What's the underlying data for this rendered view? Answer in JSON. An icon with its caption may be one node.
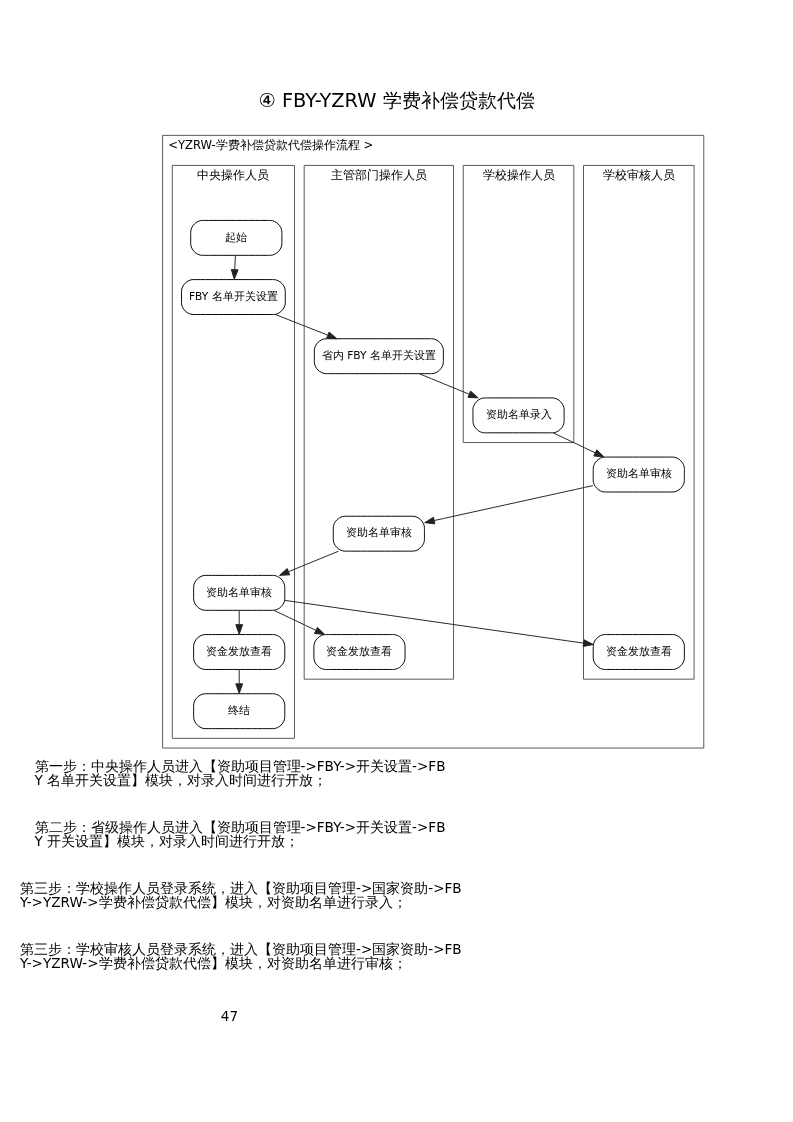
{
  "diagram": {
    "title": "④ FBY-YZRW 学费补偿贷款代偿",
    "nodes": [
      {
        "text": [
          "<YZRW-学费补偿贷款代偿操作流程 >"
        ]
      },
      {
        "text": [
          "学校操作人员"
        ],
        "in": 0
      },
      {
        "text": [
          "学校审核人员"
        ],
        "in": 0
      },
      {
        "text": [
          "主管部门操作人员"
        ],
        "in": 0
      },
      {
        "text": [
          "中央操作人员"
        ],
        "in": 0
      },
      {
        "text": [
          "起始"
        ],
        "in": 4
      },
      {
        "text": [
          "FBY 名单开关设置"
        ],
        "in": 4
      },
      {
        "text": [
          "省内 FBY 名单开关设置"
        ],
        "in": 3
      },
      {
        "text": [
          "资助名单录入"
        ],
        "in": 1
      },
      {
        "text": [
          "资助名单审核"
        ],
        "in": 2
      },
      {
        "text": [
          "资助名单审核"
        ],
        "in": 3
      },
      {
        "text": [
          "资助名单审核"
        ],
        "in": 4
      },
      {
        "text": [
          "资金发放查看"
        ],
        "in": 2
      },
      {
        "text": [
          "资金发放查看"
        ],
        "in": 3
      },
      {
        "text": [
          "资金发放查看"
        ],
        "in": 4
      },
      {
        "text": [
          "终结"
        ],
        "in": 4
      }
    ],
    "edges": [
      {
        "from": 5,
        "to": 6,
        "arrow": "to"
      },
      {
        "from": 6,
        "to": 7,
        "arrow": "to"
      },
      {
        "from": 7,
        "to": 8,
        "arrow": "to"
      },
      {
        "from": 8,
        "to": 9,
        "arrow": "to"
      },
      {
        "from": 9,
        "to": 10,
        "arrow": "to"
      },
      {
        "from": 10,
        "to": 11,
        "arrow": "to"
      },
      {
        "from": 11,
        "to": 12,
        "arrow": "to"
      },
      {
        "from": 11,
        "to": 13,
        "arrow": "to"
      },
      {
        "from": 11,
        "to": 14,
        "arrow": "to"
      },
      {
        "from": 14,
        "to": 15,
        "arrow": "to"
      }
    ],
    "labels": [
      "第一步：中央操作人员进入【资助项目管理->FBY->开关设置->FBY 名单开关设置】模块，对录入时间进行开放；",
      "第二步：省级操作人员进入【资助项目管理->FBY->开关设置->FBY 开关设置】模块，对录入时间进行开放；",
      "第三步：学校操作人员登录系统，进入【资助项目管理->国家资助->FBY->YZRW->学费补偿贷款代偿】模块，对资助名单进行录入；",
      "第三步：学校审核人员登录系统，进入【资助项目管理->国家资助->FBY->YZRW->学费补偿贷款代偿】模块，对资助名单进行审核；",
      "47"
    ]
  }
}
